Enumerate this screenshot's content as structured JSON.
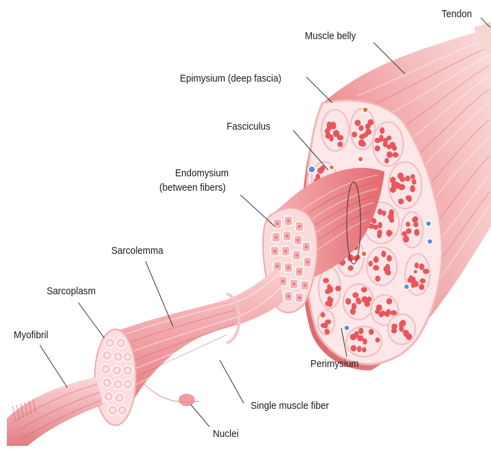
{
  "labels": {
    "tendon": "Tendon",
    "muscle_belly": "Muscle belly",
    "epimysium": "Epimysium (deep fascia)",
    "fasciculus": "Fasciculus",
    "endomysium_line1": "Endomysium",
    "endomysium_line2": "(between fibers)",
    "sarcolemma": "Sarcolemma",
    "sarcoplasm": "Sarcoplasm",
    "myofibril": "Myofibril",
    "perimysium": "Perimysium",
    "single_muscle_fiber": "Single muscle fiber",
    "nuclei": "Nuclei"
  },
  "colors": {
    "muscle_light": "#f6c2c4",
    "muscle_mid": "#ec8c8f",
    "muscle_dark": "#d9585e",
    "fascicle_fill": "#fbe6e7",
    "fiber_red": "#e8565c",
    "fiber_pink_light": "#fad4d6",
    "nucleus_blue": "#5a8ed0",
    "leader_line": "#333333",
    "text": "#1a1a1a"
  }
}
